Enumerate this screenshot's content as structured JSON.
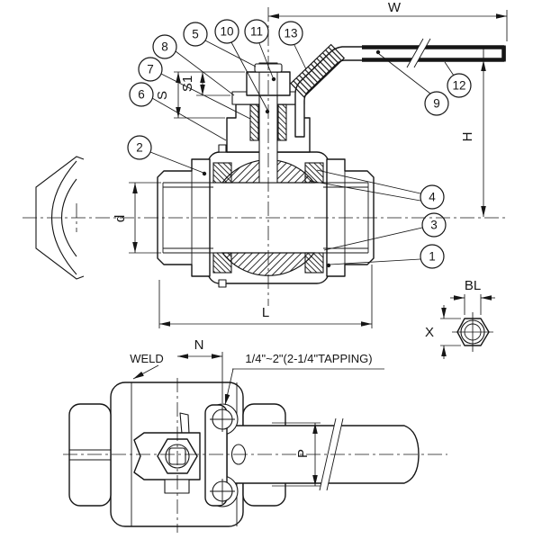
{
  "colors": {
    "background": "#ffffff",
    "line": "#161616"
  },
  "callouts": [
    {
      "num": "1"
    },
    {
      "num": "2"
    },
    {
      "num": "3"
    },
    {
      "num": "4"
    },
    {
      "num": "5"
    },
    {
      "num": "6"
    },
    {
      "num": "7"
    },
    {
      "num": "8"
    },
    {
      "num": "9"
    },
    {
      "num": "10"
    },
    {
      "num": "11"
    },
    {
      "num": "12"
    },
    {
      "num": "13"
    }
  ],
  "dimensions": {
    "w": "W",
    "h": "H",
    "s1": "S1",
    "s": "S",
    "d": "d",
    "l": "L",
    "bl": "BL",
    "x": "X",
    "n": "N",
    "p": "P"
  },
  "notes": {
    "weld": "WELD",
    "tapping": "1/4\"~2\"(2-1/4\"TAPPING)"
  }
}
